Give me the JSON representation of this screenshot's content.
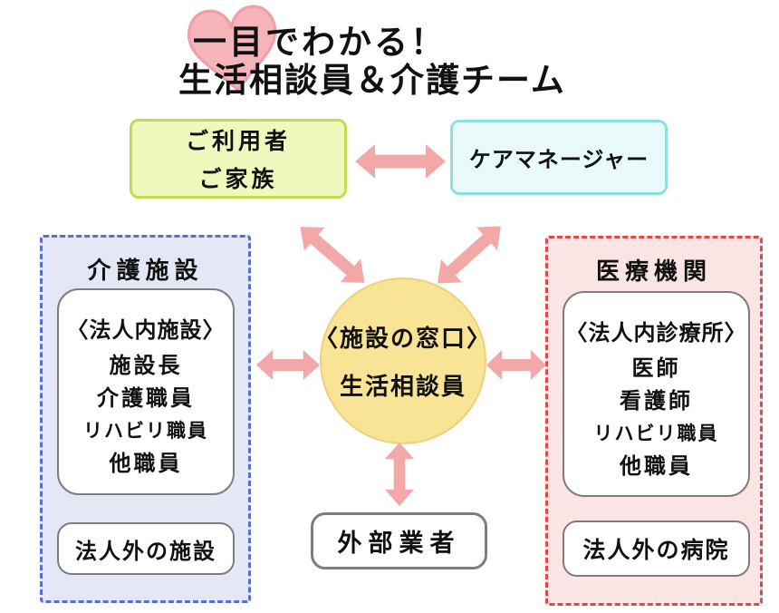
{
  "title": {
    "line1": "一目でわかる！",
    "line2": "生活相談員＆介護チーム"
  },
  "top_row": {
    "users_box": {
      "line1": "ご利用者",
      "line2": "ご家族"
    },
    "care_manager_box": {
      "label": "ケアマネージャー"
    }
  },
  "center_circle": {
    "line1": "〈施設の窓口〉",
    "line2": "生活相談員"
  },
  "left_panel": {
    "title": "介護施設",
    "inner_box": {
      "heading": "〈法人内施設〉",
      "items": [
        "施設長",
        "介護職員",
        "リハビリ職員",
        "他職員"
      ]
    },
    "outer_box": {
      "label": "法人外の施設"
    }
  },
  "right_panel": {
    "title": "医療機関",
    "inner_box": {
      "heading": "〈法人内診療所〉",
      "items": [
        "医師",
        "看護師",
        "リハビリ職員",
        "他職員"
      ]
    },
    "outer_box": {
      "label": "法人外の病院"
    }
  },
  "bottom": {
    "external_box": {
      "label": "外部業者"
    }
  },
  "colors": {
    "arrow_pink": "#f3a8a8",
    "heart_fill": "#f5b5ba",
    "heart_stroke": "#ef9fa6",
    "users_box_bg": "#f0f8bd",
    "users_box_border": "#c3da52",
    "care_manager_bg": "#e8fbfa",
    "care_manager_border": "#8be0e3",
    "left_panel_bg": "#e4e8f6",
    "left_panel_border": "#5a6ed0",
    "right_panel_bg": "#fbe5e4",
    "right_panel_border": "#dc4b4b",
    "circle_bg": "#f8e494",
    "circle_border": "#edd07a",
    "white_box_border": "#7d7d7d",
    "text": "#111111"
  }
}
